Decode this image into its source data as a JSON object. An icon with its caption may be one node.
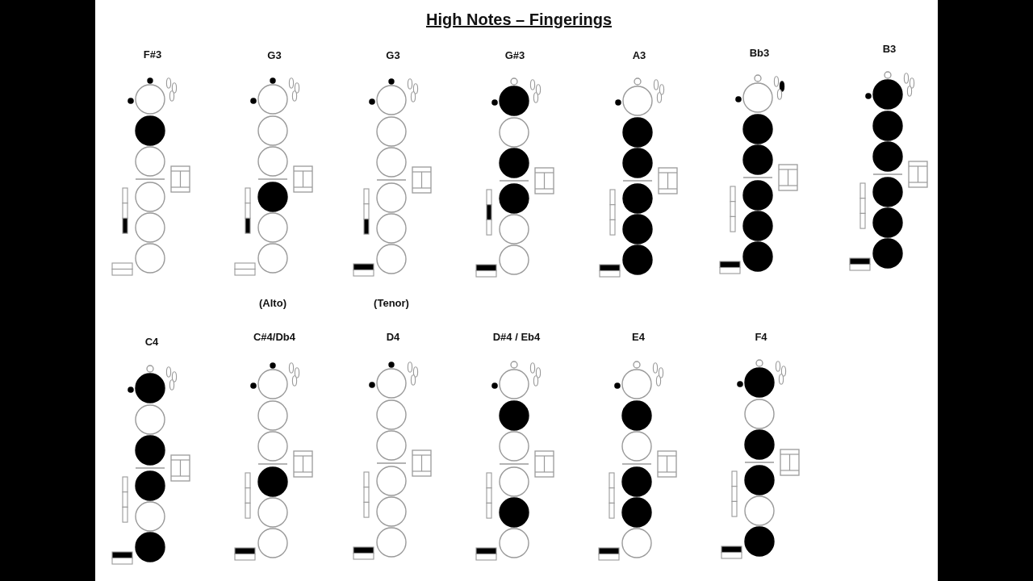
{
  "diagram": {
    "title": "High Notes – Fingerings",
    "labels": [
      "F#3",
      "G3",
      "G3",
      "G#3",
      "A3",
      "Bb3",
      "B3",
      "(Alto)",
      "(Tenor)",
      "C4",
      "C#4/Db4",
      "D4",
      "D#4 / Eb4",
      "E4",
      "F4"
    ]
  }
}
